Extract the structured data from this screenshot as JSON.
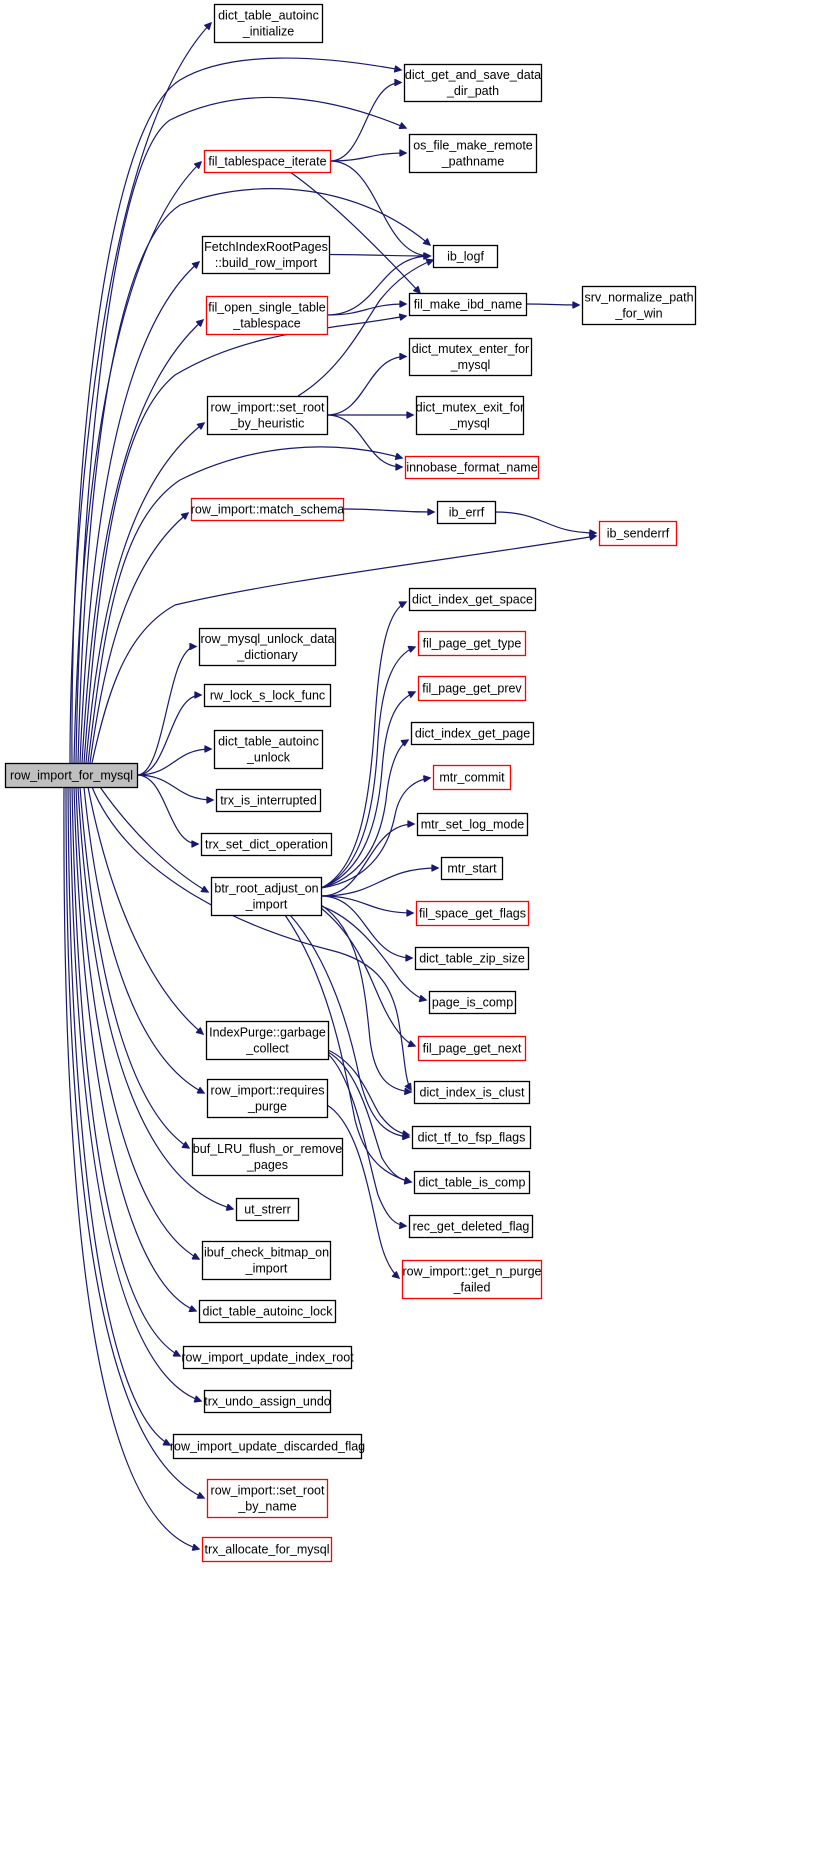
{
  "colors": {
    "edge": "#191970",
    "border_default": "#000000",
    "border_truncated": "#ff0000",
    "root_fill": "#bfbfbf",
    "node_fill": "#ffffff"
  },
  "nodes": [
    {
      "id": "root",
      "lines": [
        "row_import_for_mysql"
      ],
      "style": "root"
    },
    {
      "id": "n_dict_table_autoinc_initialize",
      "lines": [
        "dict_table_autoinc",
        "_initialize"
      ],
      "style": "normal"
    },
    {
      "id": "n_dict_get_and_save_data_dir_path",
      "lines": [
        "dict_get_and_save_data",
        "_dir_path"
      ],
      "style": "normal"
    },
    {
      "id": "n_fil_tablespace_iterate",
      "lines": [
        "fil_tablespace_iterate"
      ],
      "style": "truncated"
    },
    {
      "id": "n_os_file_make_remote_pathname",
      "lines": [
        "os_file_make_remote",
        "_pathname"
      ],
      "style": "normal"
    },
    {
      "id": "n_ib_logf",
      "lines": [
        "ib_logf"
      ],
      "style": "normal"
    },
    {
      "id": "n_fetchindexrootpages",
      "lines": [
        "FetchIndexRootPages",
        "::build_row_import"
      ],
      "style": "normal"
    },
    {
      "id": "n_fil_open_single_table_tablespace",
      "lines": [
        "fil_open_single_table",
        "_tablespace"
      ],
      "style": "truncated"
    },
    {
      "id": "n_fil_make_ibd_name",
      "lines": [
        "fil_make_ibd_name"
      ],
      "style": "normal"
    },
    {
      "id": "n_srv_normalize_path_for_win",
      "lines": [
        "srv_normalize_path",
        "_for_win"
      ],
      "style": "normal"
    },
    {
      "id": "n_dict_mutex_enter_for_mysql",
      "lines": [
        "dict_mutex_enter_for",
        "_mysql"
      ],
      "style": "normal"
    },
    {
      "id": "n_row_import_set_root_by_heuristic",
      "lines": [
        "row_import::set_root",
        "_by_heuristic"
      ],
      "style": "normal"
    },
    {
      "id": "n_dict_mutex_exit_for_mysql",
      "lines": [
        "dict_mutex_exit_for",
        "_mysql"
      ],
      "style": "normal"
    },
    {
      "id": "n_innobase_format_name",
      "lines": [
        "innobase_format_name"
      ],
      "style": "truncated"
    },
    {
      "id": "n_row_import_match_schema",
      "lines": [
        "row_import::match_schema"
      ],
      "style": "truncated"
    },
    {
      "id": "n_ib_errf",
      "lines": [
        "ib_errf"
      ],
      "style": "normal"
    },
    {
      "id": "n_ib_senderrf",
      "lines": [
        "ib_senderrf"
      ],
      "style": "truncated"
    },
    {
      "id": "n_dict_index_get_space",
      "lines": [
        "dict_index_get_space"
      ],
      "style": "normal"
    },
    {
      "id": "n_row_mysql_unlock_data_dictionary",
      "lines": [
        "row_mysql_unlock_data",
        "_dictionary"
      ],
      "style": "normal"
    },
    {
      "id": "n_fil_page_get_type",
      "lines": [
        "fil_page_get_type"
      ],
      "style": "truncated"
    },
    {
      "id": "n_rw_lock_s_lock_func",
      "lines": [
        "rw_lock_s_lock_func"
      ],
      "style": "normal"
    },
    {
      "id": "n_fil_page_get_prev",
      "lines": [
        "fil_page_get_prev"
      ],
      "style": "truncated"
    },
    {
      "id": "n_dict_table_autoinc_unlock",
      "lines": [
        "dict_table_autoinc",
        "_unlock"
      ],
      "style": "normal"
    },
    {
      "id": "n_dict_index_get_page",
      "lines": [
        "dict_index_get_page"
      ],
      "style": "normal"
    },
    {
      "id": "n_mtr_commit",
      "lines": [
        "mtr_commit"
      ],
      "style": "truncated"
    },
    {
      "id": "n_trx_is_interrupted",
      "lines": [
        "trx_is_interrupted"
      ],
      "style": "normal"
    },
    {
      "id": "n_mtr_set_log_mode",
      "lines": [
        "mtr_set_log_mode"
      ],
      "style": "normal"
    },
    {
      "id": "n_trx_set_dict_operation",
      "lines": [
        "trx_set_dict_operation"
      ],
      "style": "normal"
    },
    {
      "id": "n_mtr_start",
      "lines": [
        "mtr_start"
      ],
      "style": "normal"
    },
    {
      "id": "n_btr_root_adjust_on_import",
      "lines": [
        "btr_root_adjust_on",
        "_import"
      ],
      "style": "normal"
    },
    {
      "id": "n_fil_space_get_flags",
      "lines": [
        "fil_space_get_flags"
      ],
      "style": "truncated"
    },
    {
      "id": "n_dict_table_zip_size",
      "lines": [
        "dict_table_zip_size"
      ],
      "style": "normal"
    },
    {
      "id": "n_page_is_comp",
      "lines": [
        "page_is_comp"
      ],
      "style": "normal"
    },
    {
      "id": "n_indexpurge_garbage_collect",
      "lines": [
        "IndexPurge::garbage",
        "_collect"
      ],
      "style": "normal"
    },
    {
      "id": "n_fil_page_get_next",
      "lines": [
        "fil_page_get_next"
      ],
      "style": "truncated"
    },
    {
      "id": "n_row_import_requires_purge",
      "lines": [
        "row_import::requires",
        "_purge"
      ],
      "style": "normal"
    },
    {
      "id": "n_dict_index_is_clust",
      "lines": [
        "dict_index_is_clust"
      ],
      "style": "normal"
    },
    {
      "id": "n_dict_tf_to_fsp_flags",
      "lines": [
        "dict_tf_to_fsp_flags"
      ],
      "style": "normal"
    },
    {
      "id": "n_buf_lru_flush_or_remove_pages",
      "lines": [
        "buf_LRU_flush_or_remove",
        "_pages"
      ],
      "style": "normal"
    },
    {
      "id": "n_dict_table_is_comp",
      "lines": [
        "dict_table_is_comp"
      ],
      "style": "normal"
    },
    {
      "id": "n_ut_strerr",
      "lines": [
        "ut_strerr"
      ],
      "style": "normal"
    },
    {
      "id": "n_rec_get_deleted_flag",
      "lines": [
        "rec_get_deleted_flag"
      ],
      "style": "normal"
    },
    {
      "id": "n_ibuf_check_bitmap_on_import",
      "lines": [
        "ibuf_check_bitmap_on",
        "_import"
      ],
      "style": "normal"
    },
    {
      "id": "n_row_import_get_n_purge_failed",
      "lines": [
        "row_import::get_n_purge",
        "_failed"
      ],
      "style": "truncated"
    },
    {
      "id": "n_dict_table_autoinc_lock",
      "lines": [
        "dict_table_autoinc_lock"
      ],
      "style": "normal"
    },
    {
      "id": "n_row_import_update_index_root",
      "lines": [
        "row_import_update_index_root"
      ],
      "style": "normal"
    },
    {
      "id": "n_trx_undo_assign_undo",
      "lines": [
        "trx_undo_assign_undo"
      ],
      "style": "normal"
    },
    {
      "id": "n_row_import_update_discarded_flag",
      "lines": [
        "row_import_update_discarded_flag"
      ],
      "style": "normal"
    },
    {
      "id": "n_row_import_set_root_by_name",
      "lines": [
        "row_import::set_root",
        "_by_name"
      ],
      "style": "truncated"
    },
    {
      "id": "n_trx_allocate_for_mysql",
      "lines": [
        "trx_allocate_for_mysql"
      ],
      "style": "truncated"
    }
  ],
  "edges": [
    [
      "root",
      "n_dict_table_autoinc_initialize"
    ],
    [
      "root",
      "n_dict_get_and_save_data_dir_path"
    ],
    [
      "root",
      "n_fil_tablespace_iterate"
    ],
    [
      "root",
      "n_os_file_make_remote_pathname"
    ],
    [
      "root",
      "n_ib_logf"
    ],
    [
      "root",
      "n_fetchindexrootpages"
    ],
    [
      "root",
      "n_fil_open_single_table_tablespace"
    ],
    [
      "root",
      "n_fil_make_ibd_name"
    ],
    [
      "root",
      "n_row_import_set_root_by_heuristic"
    ],
    [
      "root",
      "n_innobase_format_name"
    ],
    [
      "root",
      "n_row_import_match_schema"
    ],
    [
      "root",
      "n_ib_senderrf"
    ],
    [
      "root",
      "n_row_mysql_unlock_data_dictionary"
    ],
    [
      "root",
      "n_rw_lock_s_lock_func"
    ],
    [
      "root",
      "n_dict_table_autoinc_unlock"
    ],
    [
      "root",
      "n_trx_is_interrupted"
    ],
    [
      "root",
      "n_trx_set_dict_operation"
    ],
    [
      "root",
      "n_btr_root_adjust_on_import"
    ],
    [
      "root",
      "n_dict_index_is_clust"
    ],
    [
      "root",
      "n_indexpurge_garbage_collect"
    ],
    [
      "root",
      "n_row_import_requires_purge"
    ],
    [
      "root",
      "n_buf_lru_flush_or_remove_pages"
    ],
    [
      "root",
      "n_ut_strerr"
    ],
    [
      "root",
      "n_ibuf_check_bitmap_on_import"
    ],
    [
      "root",
      "n_dict_table_autoinc_lock"
    ],
    [
      "root",
      "n_row_import_update_index_root"
    ],
    [
      "root",
      "n_trx_undo_assign_undo"
    ],
    [
      "root",
      "n_row_import_update_discarded_flag"
    ],
    [
      "root",
      "n_row_import_set_root_by_name"
    ],
    [
      "root",
      "n_trx_allocate_for_mysql"
    ],
    [
      "n_fil_tablespace_iterate",
      "n_dict_get_and_save_data_dir_path"
    ],
    [
      "n_fil_tablespace_iterate",
      "n_os_file_make_remote_pathname"
    ],
    [
      "n_fil_tablespace_iterate",
      "n_ib_logf"
    ],
    [
      "n_fil_tablespace_iterate",
      "n_fil_make_ibd_name"
    ],
    [
      "n_fetchindexrootpages",
      "n_ib_logf"
    ],
    [
      "n_fil_open_single_table_tablespace",
      "n_ib_logf"
    ],
    [
      "n_fil_open_single_table_tablespace",
      "n_fil_make_ibd_name"
    ],
    [
      "n_fil_make_ibd_name",
      "n_srv_normalize_path_for_win"
    ],
    [
      "n_row_import_set_root_by_heuristic",
      "n_ib_logf"
    ],
    [
      "n_row_import_set_root_by_heuristic",
      "n_dict_mutex_enter_for_mysql"
    ],
    [
      "n_row_import_set_root_by_heuristic",
      "n_dict_mutex_exit_for_mysql"
    ],
    [
      "n_row_import_set_root_by_heuristic",
      "n_innobase_format_name"
    ],
    [
      "n_row_import_match_schema",
      "n_ib_errf"
    ],
    [
      "n_ib_errf",
      "n_ib_senderrf"
    ],
    [
      "n_btr_root_adjust_on_import",
      "n_dict_index_get_space"
    ],
    [
      "n_btr_root_adjust_on_import",
      "n_fil_page_get_type"
    ],
    [
      "n_btr_root_adjust_on_import",
      "n_fil_page_get_prev"
    ],
    [
      "n_btr_root_adjust_on_import",
      "n_dict_index_get_page"
    ],
    [
      "n_btr_root_adjust_on_import",
      "n_mtr_commit"
    ],
    [
      "n_btr_root_adjust_on_import",
      "n_mtr_set_log_mode"
    ],
    [
      "n_btr_root_adjust_on_import",
      "n_mtr_start"
    ],
    [
      "n_btr_root_adjust_on_import",
      "n_fil_space_get_flags"
    ],
    [
      "n_btr_root_adjust_on_import",
      "n_dict_table_zip_size"
    ],
    [
      "n_btr_root_adjust_on_import",
      "n_page_is_comp"
    ],
    [
      "n_btr_root_adjust_on_import",
      "n_fil_page_get_next"
    ],
    [
      "n_btr_root_adjust_on_import",
      "n_dict_index_is_clust"
    ],
    [
      "n_btr_root_adjust_on_import",
      "n_dict_tf_to_fsp_flags"
    ],
    [
      "n_btr_root_adjust_on_import",
      "n_dict_table_is_comp"
    ],
    [
      "n_indexpurge_garbage_collect",
      "n_dict_tf_to_fsp_flags"
    ],
    [
      "n_indexpurge_garbage_collect",
      "n_dict_table_is_comp"
    ],
    [
      "n_indexpurge_garbage_collect",
      "n_rec_get_deleted_flag"
    ],
    [
      "n_row_import_requires_purge",
      "n_row_import_get_n_purge_failed"
    ]
  ]
}
